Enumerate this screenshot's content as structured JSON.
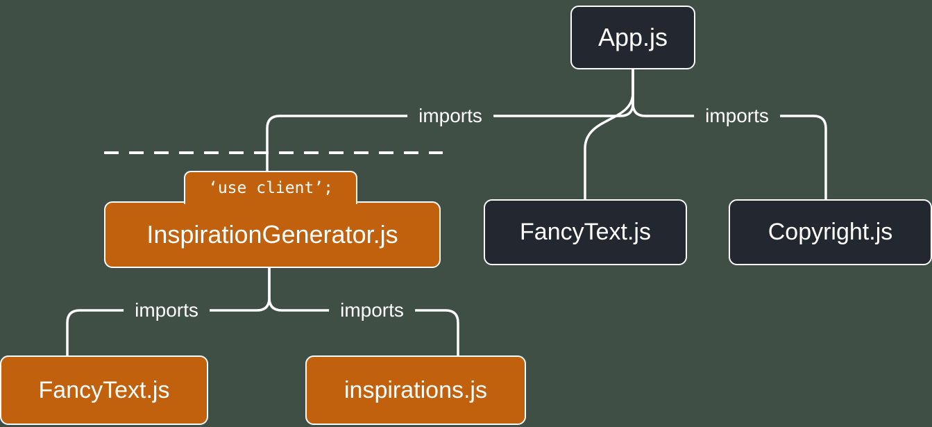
{
  "diagram": {
    "background_color": "#3F4F45",
    "line_color": "#FFFFFF",
    "server_node_color": "#23272F",
    "client_node_color": "#C2610D",
    "imports_label": "imports",
    "nodes": {
      "app": {
        "label": "App.js"
      },
      "inspiration_generator": {
        "label": "InspirationGenerator.js",
        "directive": "‘use client’;"
      },
      "fancy_text_top": {
        "label": "FancyText.js"
      },
      "copyright": {
        "label": "Copyright.js"
      },
      "fancy_text_bottom": {
        "label": "FancyText.js"
      },
      "inspirations": {
        "label": "inspirations.js"
      }
    }
  }
}
